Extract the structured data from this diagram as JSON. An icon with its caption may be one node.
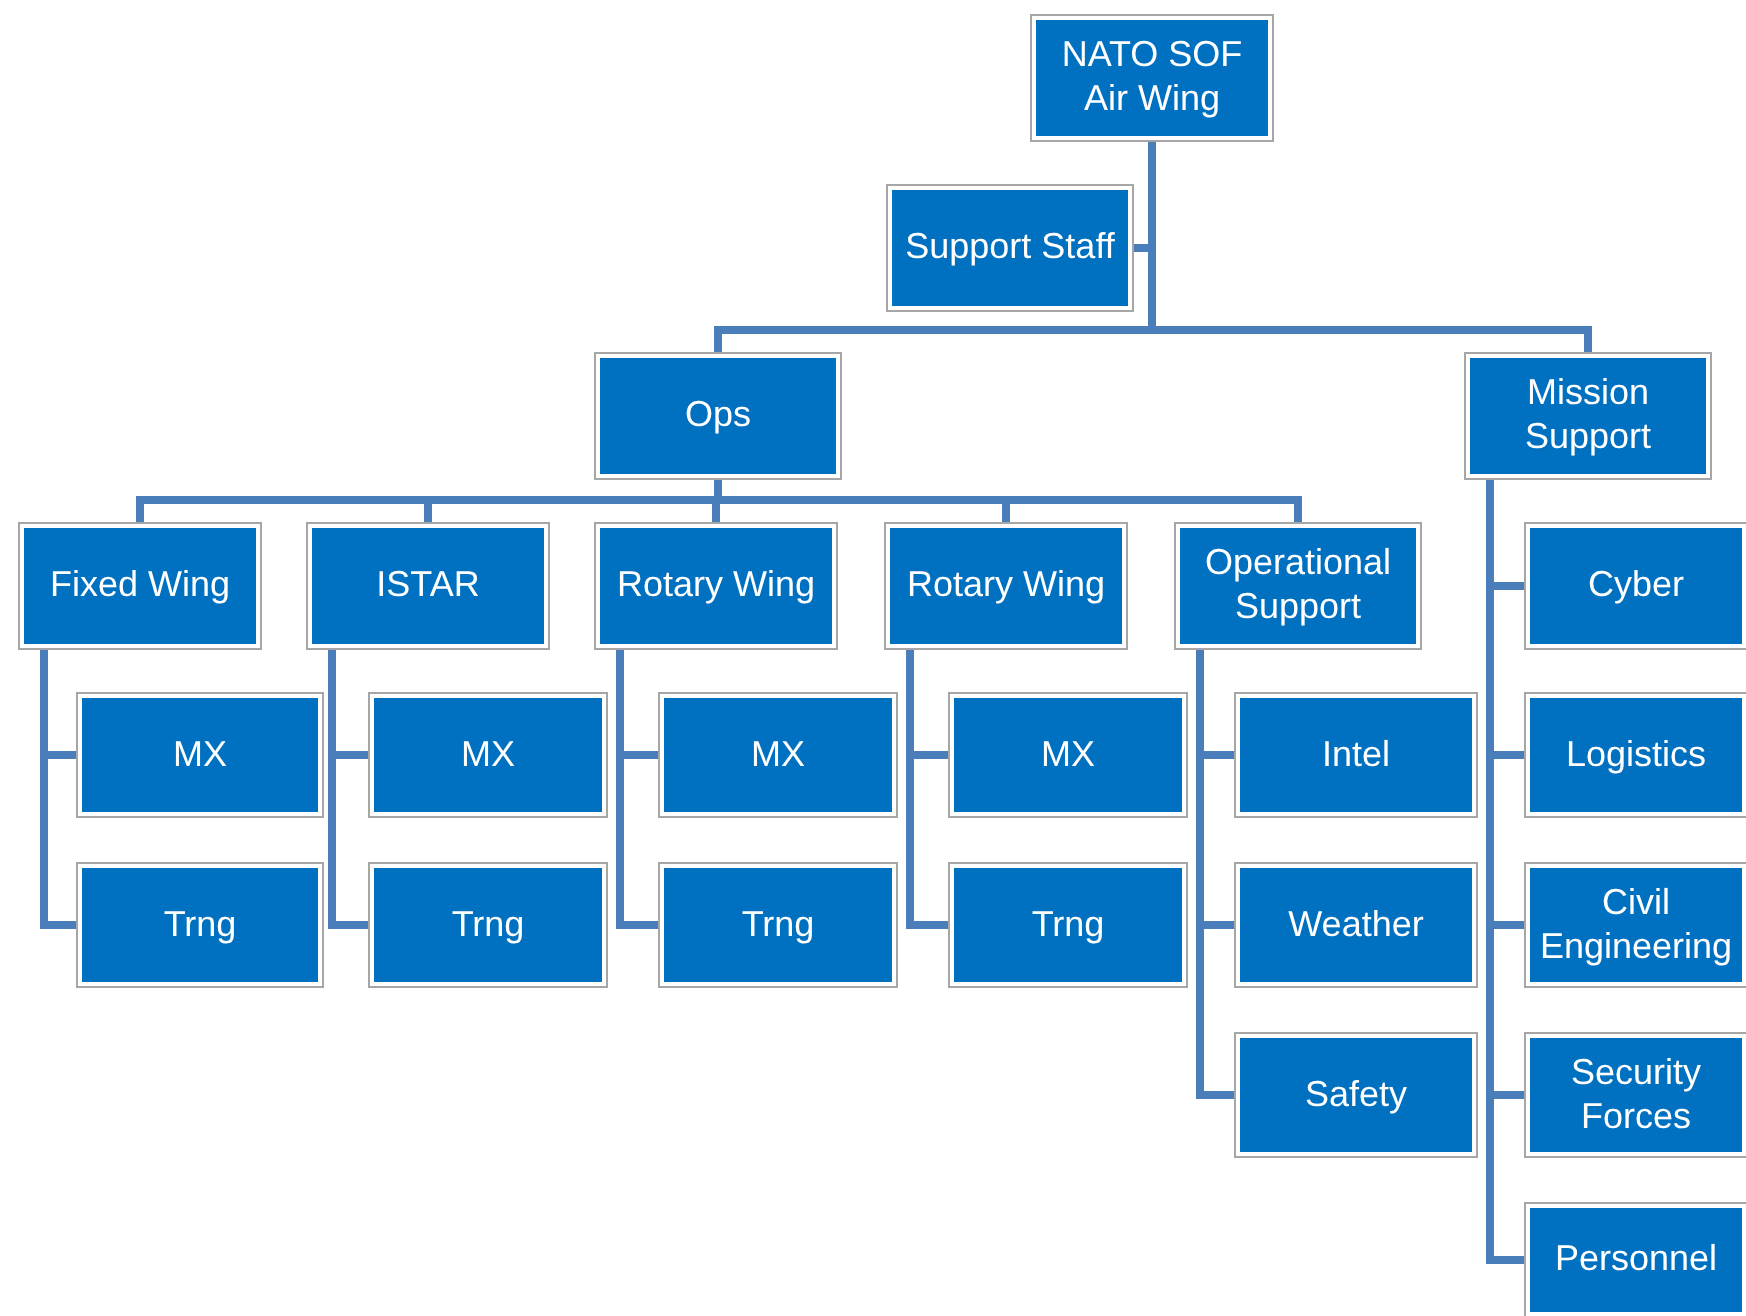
{
  "diagram": {
    "nodes": [
      {
        "text": [
          "NATO SOF Air Wing"
        ]
      },
      {
        "text": [
          "Support Staff"
        ]
      },
      {
        "text": [
          "Ops"
        ]
      },
      {
        "text": [
          "Mission Support"
        ]
      },
      {
        "text": [
          "Fixed Wing"
        ]
      },
      {
        "text": [
          "ISTAR"
        ]
      },
      {
        "text": [
          "Rotary Wing"
        ]
      },
      {
        "text": [
          "Rotary Wing"
        ]
      },
      {
        "text": [
          "Operational Support"
        ]
      },
      {
        "text": [
          "MX"
        ]
      },
      {
        "text": [
          "Trng"
        ]
      },
      {
        "text": [
          "MX"
        ]
      },
      {
        "text": [
          "Trng"
        ]
      },
      {
        "text": [
          "MX"
        ]
      },
      {
        "text": [
          "Trng"
        ]
      },
      {
        "text": [
          "MX"
        ]
      },
      {
        "text": [
          "Trng"
        ]
      },
      {
        "text": [
          "Intel"
        ]
      },
      {
        "text": [
          "Weather"
        ]
      },
      {
        "text": [
          "Safety"
        ]
      },
      {
        "text": [
          "Cyber"
        ]
      },
      {
        "text": [
          "Logistics"
        ]
      },
      {
        "text": [
          "Civil Engineering"
        ]
      },
      {
        "text": [
          "Security Forces"
        ]
      },
      {
        "text": [
          "Personnel"
        ]
      }
    ],
    "edges": [
      {
        "from": 0,
        "to": 1,
        "arrow": "none"
      },
      {
        "from": 0,
        "to": 2,
        "arrow": "none"
      },
      {
        "from": 0,
        "to": 3,
        "arrow": "none"
      },
      {
        "from": 2,
        "to": 4,
        "arrow": "none"
      },
      {
        "from": 2,
        "to": 5,
        "arrow": "none"
      },
      {
        "from": 2,
        "to": 6,
        "arrow": "none"
      },
      {
        "from": 2,
        "to": 7,
        "arrow": "none"
      },
      {
        "from": 2,
        "to": 8,
        "arrow": "none"
      },
      {
        "from": 4,
        "to": 9,
        "arrow": "none"
      },
      {
        "from": 4,
        "to": 10,
        "arrow": "none"
      },
      {
        "from": 5,
        "to": 11,
        "arrow": "none"
      },
      {
        "from": 5,
        "to": 12,
        "arrow": "none"
      },
      {
        "from": 6,
        "to": 13,
        "arrow": "none"
      },
      {
        "from": 6,
        "to": 14,
        "arrow": "none"
      },
      {
        "from": 7,
        "to": 15,
        "arrow": "none"
      },
      {
        "from": 7,
        "to": 16,
        "arrow": "none"
      },
      {
        "from": 8,
        "to": 17,
        "arrow": "none"
      },
      {
        "from": 8,
        "to": 18,
        "arrow": "none"
      },
      {
        "from": 8,
        "to": 19,
        "arrow": "none"
      },
      {
        "from": 3,
        "to": 20,
        "arrow": "none"
      },
      {
        "from": 3,
        "to": 21,
        "arrow": "none"
      },
      {
        "from": 3,
        "to": 22,
        "arrow": "none"
      },
      {
        "from": 3,
        "to": 23,
        "arrow": "none"
      },
      {
        "from": 3,
        "to": 24,
        "arrow": "none"
      }
    ]
  }
}
